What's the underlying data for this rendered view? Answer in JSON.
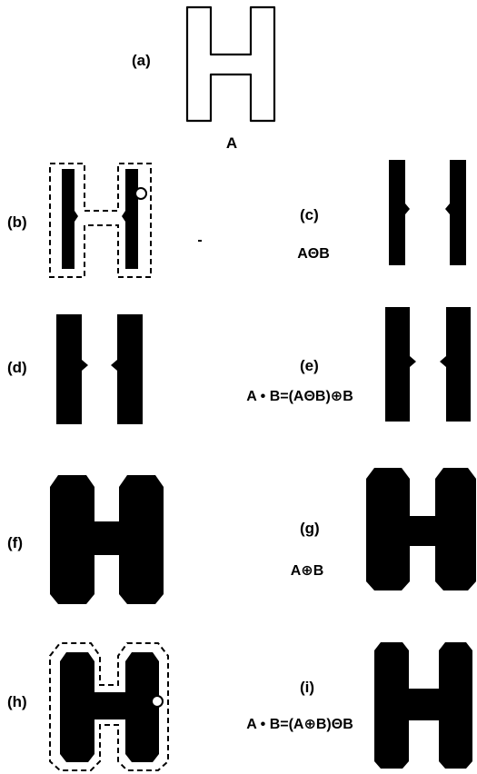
{
  "panels": [
    {
      "id": "a",
      "label": "(a)",
      "caption": "A"
    },
    {
      "id": "b",
      "label": "(b)"
    },
    {
      "id": "c",
      "label": "(c)",
      "caption": "AΘB"
    },
    {
      "id": "d",
      "label": "(d)"
    },
    {
      "id": "e",
      "label": "(e)",
      "caption": "A • B=(AΘB)⊕B"
    },
    {
      "id": "f",
      "label": "(f)"
    },
    {
      "id": "g",
      "label": "(g)",
      "caption": "A⊕B"
    },
    {
      "id": "h",
      "label": "(h)"
    },
    {
      "id": "i",
      "label": "(i)",
      "caption": "A • B=(A⊕B)ΘB"
    }
  ],
  "colors": {
    "ink": "#000000",
    "paper": "#ffffff"
  }
}
